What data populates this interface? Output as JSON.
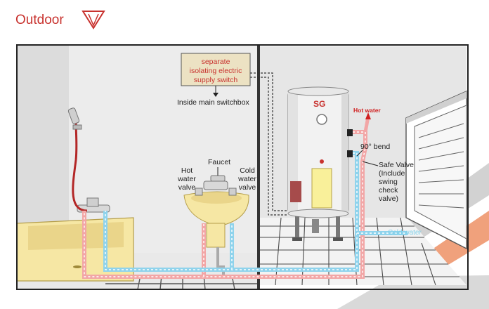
{
  "header": {
    "title": "Outdoor",
    "title_color": "#c8322e",
    "icon": "down-triangle-icon"
  },
  "switch_box": {
    "line1": "separate",
    "line2": "isolating electric",
    "line3": "supply switch",
    "fill": "#ece2c3",
    "text_color": "#c8322e"
  },
  "labels": {
    "inside_switchbox": "Inside main switchbox",
    "faucet": "Faucet",
    "hot_valve": [
      "Hot",
      "water",
      "valve"
    ],
    "cold_valve": [
      "Cold",
      "water",
      "valve"
    ],
    "hot_water": "Hot water",
    "bend": "90° bend",
    "safe_valve": [
      "Safe Valve",
      "(Include",
      "swing",
      "check",
      "valve)"
    ],
    "cold_water": "Cold water"
  },
  "heater": {
    "brand": "SG"
  },
  "colors": {
    "hot_pipe": "#f2a6a6",
    "cold_pipe": "#8fd3ec",
    "pipe_dash": "#ffffff",
    "cold_label": "#7fd0ea",
    "hot_label": "#d02020",
    "wall": "#e4e4e4",
    "accent_stripe_gray": "#d2d2d2",
    "accent_stripe_orange": "#f0a17c"
  }
}
